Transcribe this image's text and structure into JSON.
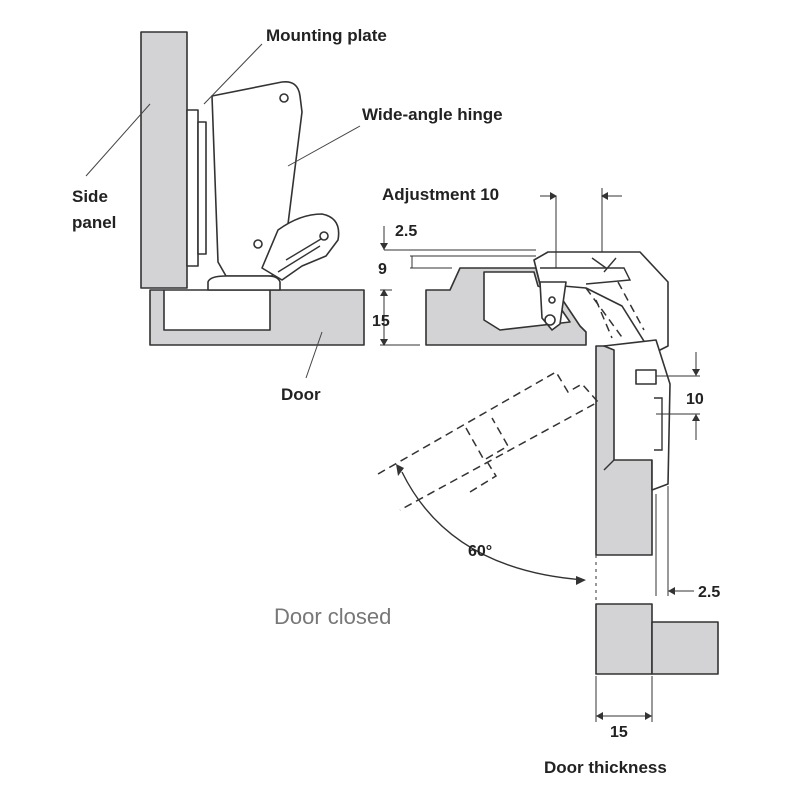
{
  "labels": {
    "mounting_plate": "Mounting plate",
    "wide_angle_hinge": "Wide-angle hinge",
    "side": "Side",
    "panel": "panel",
    "door": "Door",
    "door_thickness": "Door thickness",
    "door_closed": "Door closed"
  },
  "dimensions": {
    "adjustment": "Adjustment 10",
    "d_2_5_top": "2.5",
    "d_9": "9",
    "d_15_left": "15",
    "d_10": "10",
    "angle": "60°",
    "d_2_5_bottom": "2.5",
    "d_15_bottom": "15"
  },
  "colors": {
    "part_fill": "#d3d3d5",
    "outline": "#333333",
    "note_text": "#777777"
  }
}
